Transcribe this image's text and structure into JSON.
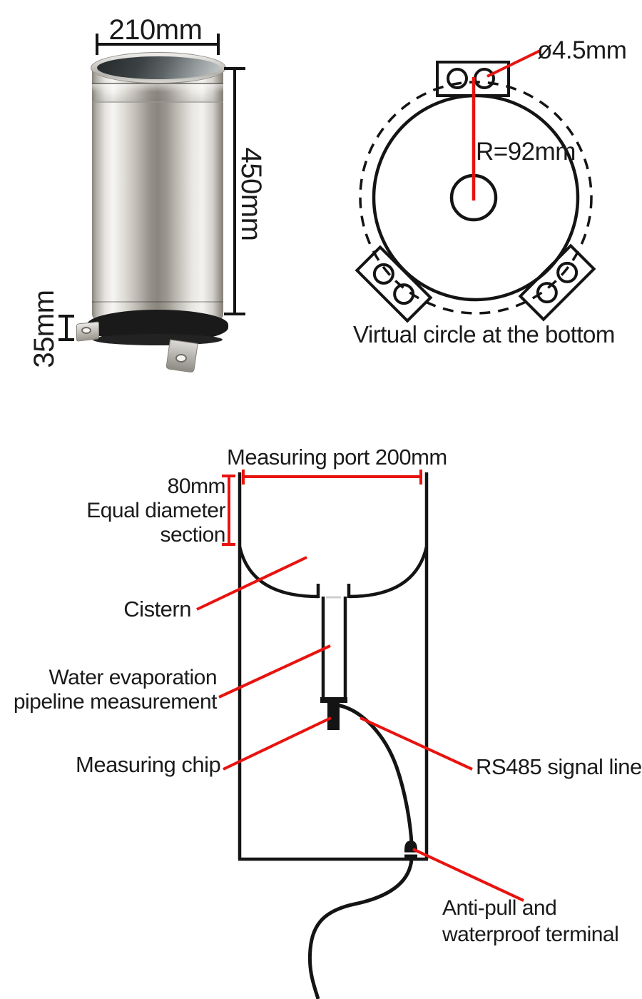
{
  "colors": {
    "annotation_red": "#e8130f",
    "line_ink": "#141414"
  },
  "product_photo": {
    "top_diameter": "210mm",
    "body_height": "450mm",
    "base_height": "35mm"
  },
  "bottom_view": {
    "hole_diameter": "ø4.5mm",
    "bolt_circle_radius": "R=92mm",
    "caption": "Virtual circle at the bottom"
  },
  "section_view": {
    "measuring_port": "Measuring port 200mm",
    "equal_diameter": [
      "80mm",
      "Equal diameter",
      "section"
    ],
    "cistern": "Cistern",
    "pipeline": [
      "Water evaporation",
      "pipeline measurement"
    ],
    "measuring_chip": "Measuring chip",
    "rs485": "RS485 signal line",
    "terminal": [
      "Anti-pull and",
      "waterproof terminal"
    ]
  }
}
